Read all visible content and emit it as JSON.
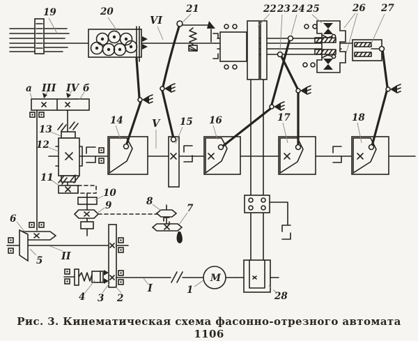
{
  "figure": {
    "caption": "Рис. 3. Кинематическая схема фасонно-отрезного автомата 1106"
  },
  "labels": {
    "parts": {
      "n1": "1",
      "n2": "2",
      "n3": "3",
      "n4": "4",
      "n5": "5",
      "n6": "6",
      "n7": "7",
      "n8": "8",
      "n9": "9",
      "n10": "10",
      "n11": "11",
      "n12": "12",
      "n13": "13",
      "n14": "14",
      "n15": "15",
      "n16": "16",
      "n17": "17",
      "n18": "18",
      "n19": "19",
      "n20": "20",
      "n21": "21",
      "n22": "22",
      "n23": "23",
      "n24": "24",
      "n25": "25",
      "n26": "26",
      "n27": "27",
      "n28": "28"
    },
    "shafts": {
      "s1": "I",
      "s2": "II",
      "s3": "III",
      "s4": "IV",
      "s5": "V",
      "s6": "VI"
    },
    "points": {
      "a": "а",
      "b": "б"
    },
    "motor": "М"
  },
  "colors": {
    "ink": "#26231f",
    "paper": "#f6f5f1",
    "leader": "#8b8781"
  }
}
